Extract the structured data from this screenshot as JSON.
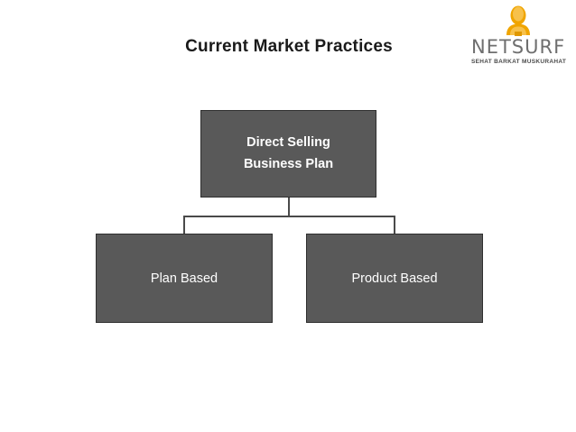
{
  "slide": {
    "title": "Current Market Practices",
    "background_color": "#ffffff"
  },
  "logo": {
    "icon": "netsurf-person-icon",
    "wordmark": "NETSURF",
    "tagline": "SEHAT BARKAT MUSKURAHAT",
    "wordmark_color": "#6f6f6f",
    "icon_color": "#f0a500"
  },
  "diagram": {
    "type": "org-chart",
    "node_fill_color": "#595959",
    "node_text_color": "#ffffff",
    "connector_color": "#4a4a4a",
    "root": {
      "line1": "Direct Selling",
      "line2": "Business Plan"
    },
    "children": [
      {
        "label": "Plan Based"
      },
      {
        "label": "Product Based"
      }
    ]
  }
}
